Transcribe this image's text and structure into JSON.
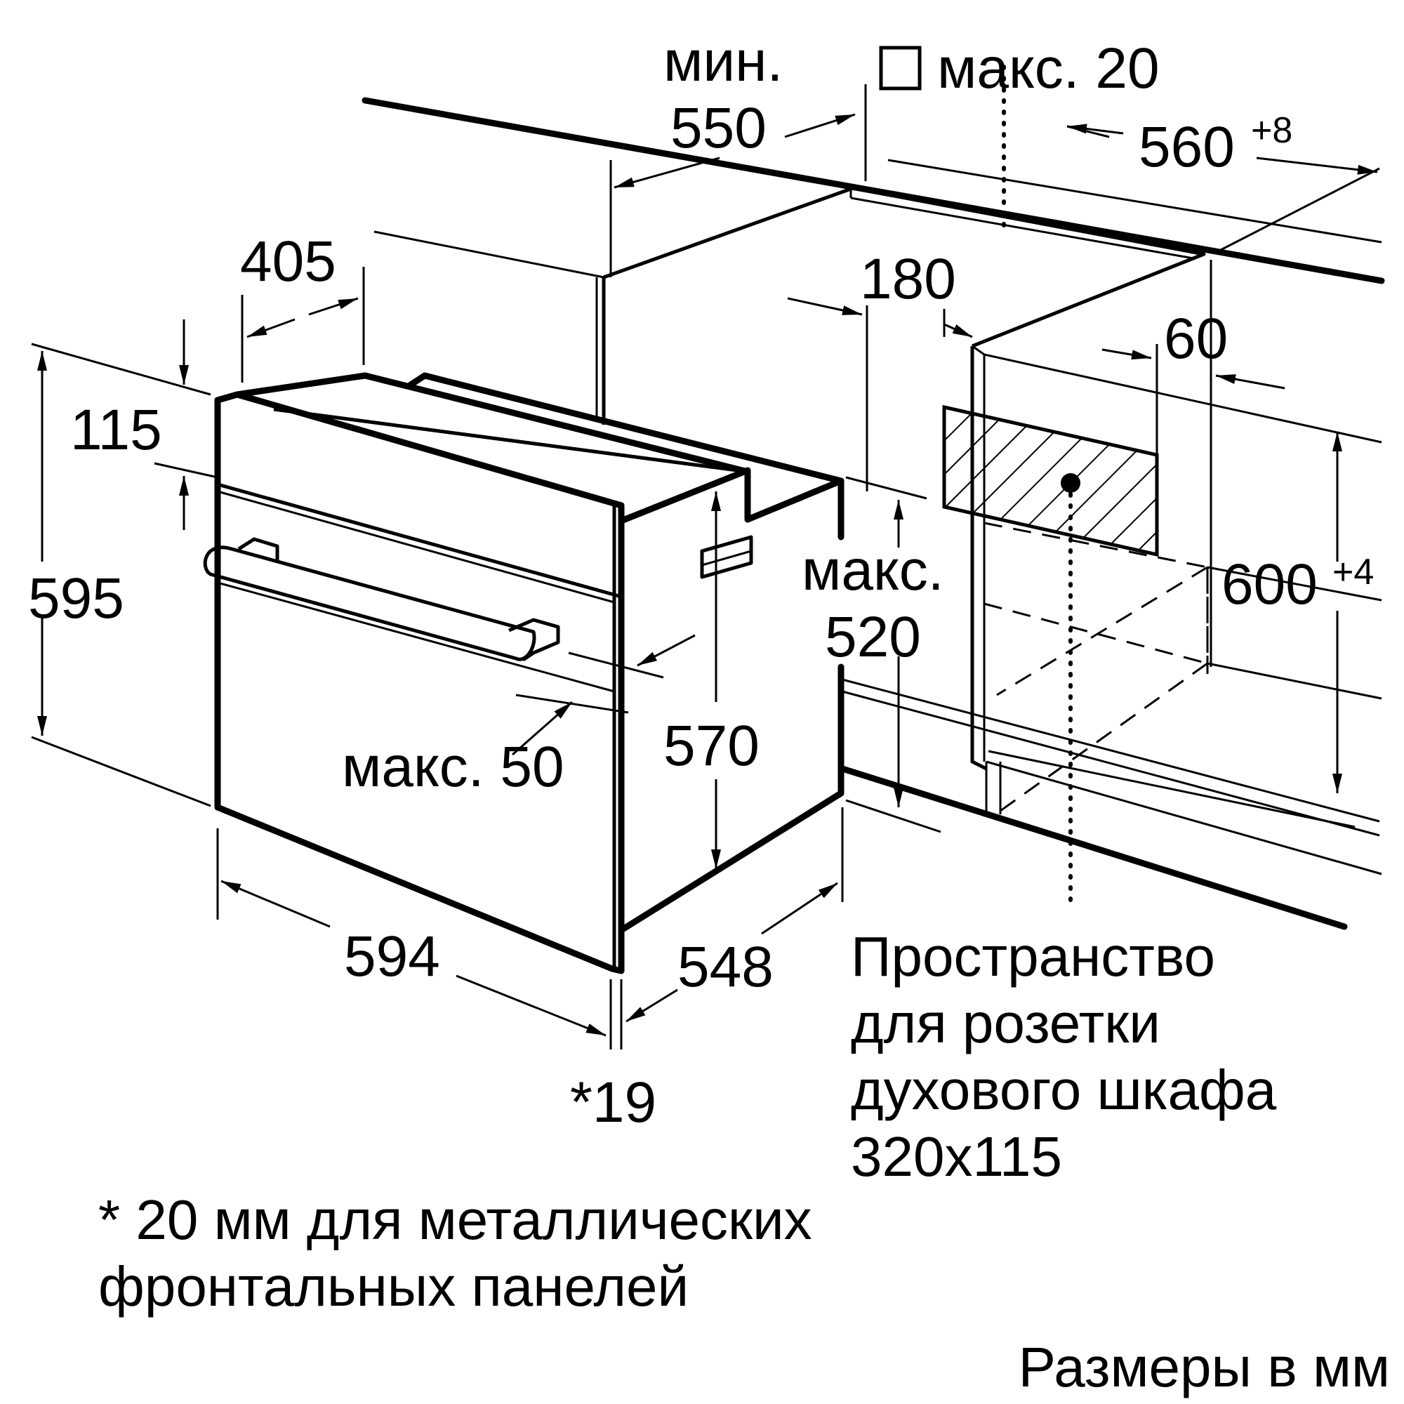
{
  "dimensions": {
    "min_label": "мин.",
    "min_value": "550",
    "square_label": "макс. 20",
    "niche_width_base": "560",
    "niche_width_tol": "+8",
    "top_depth": "405",
    "rear_offset": "180",
    "rear_gap": "60",
    "panel_height": "115",
    "oven_height": "595",
    "niche_height_base": "600",
    "niche_height_tol": "+4",
    "max_label": "макс.",
    "max_depth": "520",
    "door_height": "570",
    "handle_max": "макс. 50",
    "oven_width": "594",
    "oven_depth": "548",
    "front_panel": "*19"
  },
  "socket_note": {
    "line1": "Пространство",
    "line2": "для розетки",
    "line3": "духового шкафа",
    "line4": "320x115"
  },
  "footnote": {
    "line1": "* 20 мм для металлических",
    "line2": "фронтальных панелей"
  },
  "units_note": "Размеры в мм"
}
